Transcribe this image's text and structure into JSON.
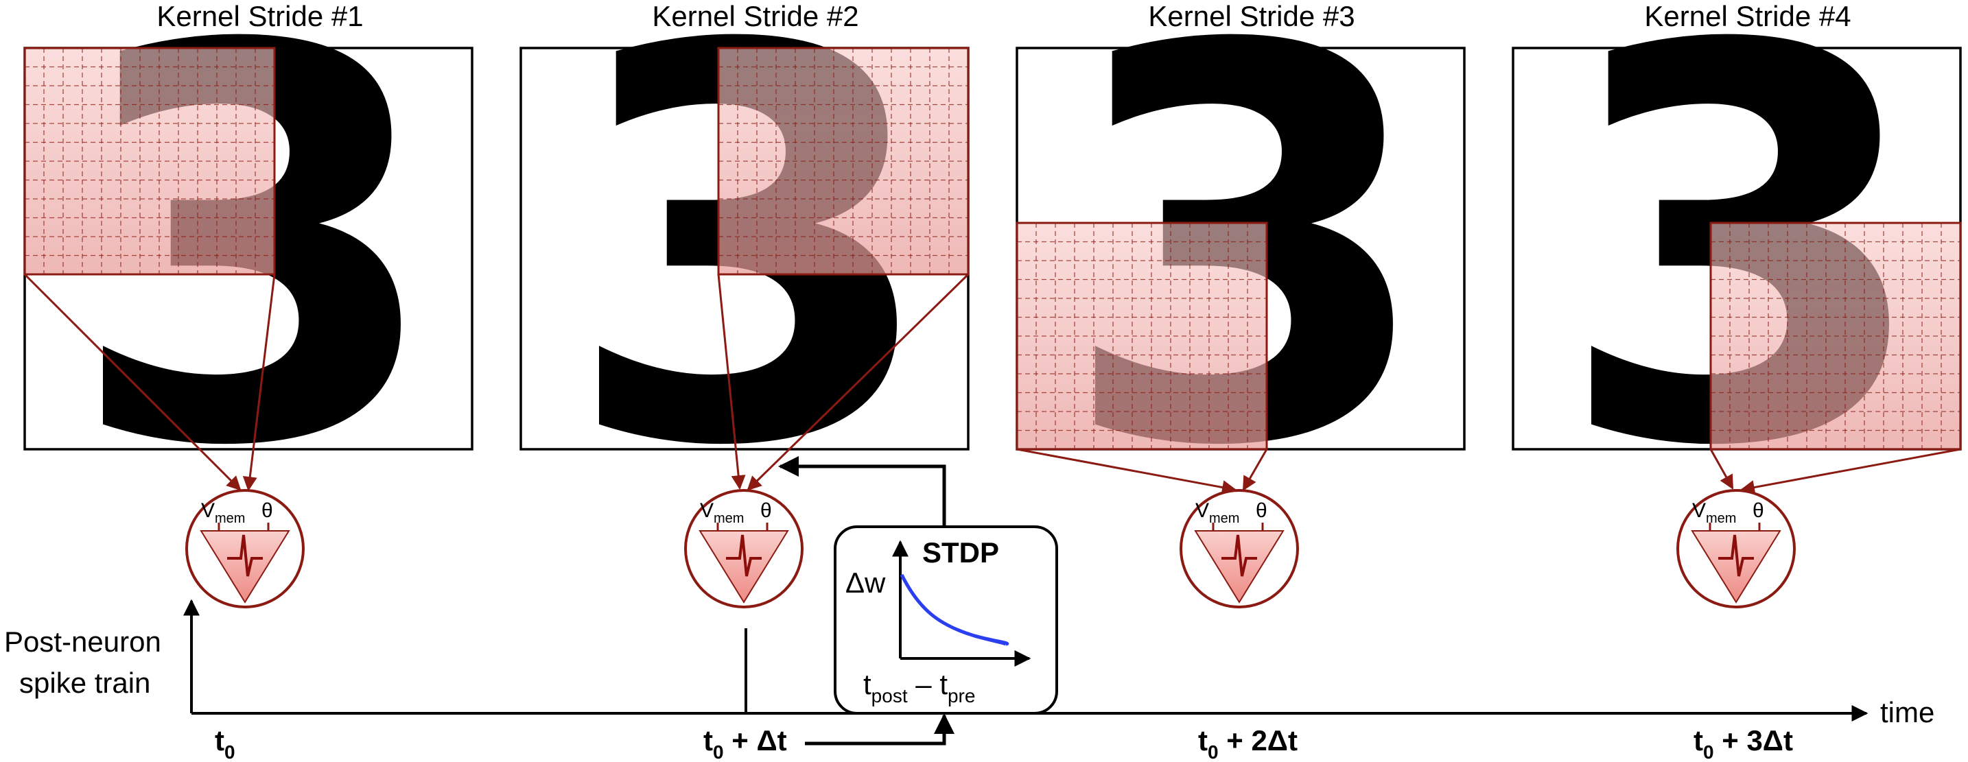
{
  "strides": [
    {
      "title": "Kernel Stride #1",
      "digit": "3",
      "time_base": "t",
      "time_sub": "0",
      "time_suffix": ""
    },
    {
      "title": "Kernel Stride #2",
      "digit": "3",
      "time_base": "t",
      "time_sub": "0",
      "time_suffix": " + Δt"
    },
    {
      "title": "Kernel Stride #3",
      "digit": "3",
      "time_base": "t",
      "time_sub": "0",
      "time_suffix": " + 2Δt"
    },
    {
      "title": "Kernel Stride #4",
      "digit": "3",
      "time_base": "t",
      "time_sub": "0",
      "time_suffix": " + 3Δt"
    }
  ],
  "neuron": {
    "vmem_base": "V",
    "vmem_sub": "mem",
    "theta": "θ"
  },
  "axis": {
    "ylabel_line1": "Post-neuron",
    "ylabel_line2": "spike train",
    "xlabel": "time"
  },
  "stdp": {
    "title": "STDP",
    "ylabel": "Δw",
    "xlabel_t1": "t",
    "xlabel_sub1": "post",
    "xlabel_minus": " – ",
    "xlabel_t2": "t",
    "xlabel_sub2": "pre"
  },
  "colors": {
    "kernel_fill": "#f3b8b6",
    "kernel_stroke": "#8b1a12",
    "neuron_stroke": "#8b1a12",
    "neuron_fill": "#f4a9a4",
    "curve": "#2b3ff0",
    "ink": "#000000"
  }
}
